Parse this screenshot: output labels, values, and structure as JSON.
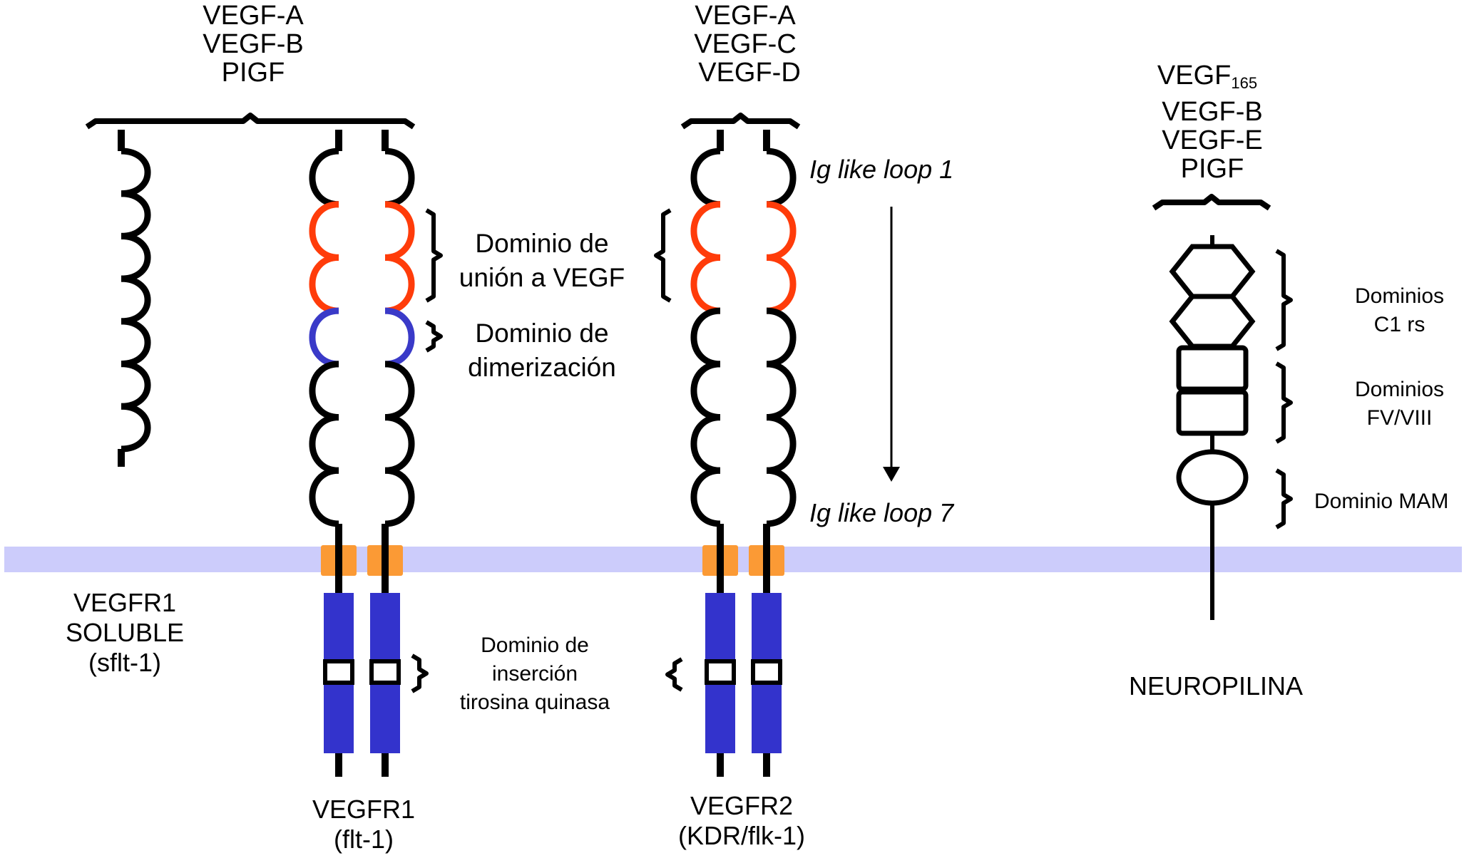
{
  "title": "VEGF receptor family schematic",
  "colors": {
    "membrane": "#ccccfb",
    "transmembrane": "#fb9a35",
    "kinase": "#3333cc",
    "ig_loop": "#000000",
    "vegf_binding_loop": "#ff3c0a",
    "dimerization_loop": "#3a3ac8",
    "line": "#000000"
  },
  "ligand_groups": {
    "vegfr1": [
      "VEGF-A",
      "VEGF-B",
      "PIGF"
    ],
    "vegfr2": [
      "VEGF-A",
      "VEGF-C",
      "VEGF-D"
    ],
    "neuropilin": {
      "first": {
        "base": "VEGF",
        "subscript": "165"
      },
      "rest": [
        "VEGF-B",
        "VEGF-E",
        "PIGF"
      ]
    }
  },
  "receptors": {
    "svegfr1": {
      "name_lines": [
        "VEGFR1",
        "SOLUBLE",
        "(sflt-1)"
      ],
      "strands": 1,
      "loops": [
        "ig",
        "ig",
        "ig",
        "ig",
        "ig",
        "ig",
        "ig"
      ],
      "transmembrane": false,
      "kinase": false
    },
    "vegfr1": {
      "name_lines": [
        "VEGFR1",
        "(flt-1)"
      ],
      "strands": 2,
      "loops": [
        "ig",
        "binding",
        "binding",
        "dimer",
        "ig",
        "ig",
        "ig"
      ],
      "transmembrane": true,
      "kinase": true
    },
    "vegfr2": {
      "name_lines": [
        "VEGFR2",
        "(KDR/flk-1)"
      ],
      "strands": 2,
      "loops": [
        "ig",
        "binding",
        "binding",
        "ig",
        "ig",
        "ig",
        "ig"
      ],
      "transmembrane": true,
      "kinase": true
    },
    "neuropilin": {
      "name": "NEUROPILINA",
      "domains": [
        "hexagon",
        "hexagon",
        "rect",
        "rect",
        "circle"
      ]
    }
  },
  "annotations": {
    "binding_domain": [
      "Dominio de",
      "unión a VEGF"
    ],
    "dimerization_domain": [
      "Dominio de",
      "dimerización"
    ],
    "kinase_insert": [
      "Dominio de",
      "inserción",
      "tirosina quinasa"
    ],
    "ig_loop_first": "Ig like loop 1",
    "ig_loop_last": "Ig like loop 7",
    "c1rs": [
      "Dominios",
      "C1 rs"
    ],
    "fv_viii": [
      "Dominios",
      "FV/VIII"
    ],
    "mam": "Dominio MAM"
  }
}
